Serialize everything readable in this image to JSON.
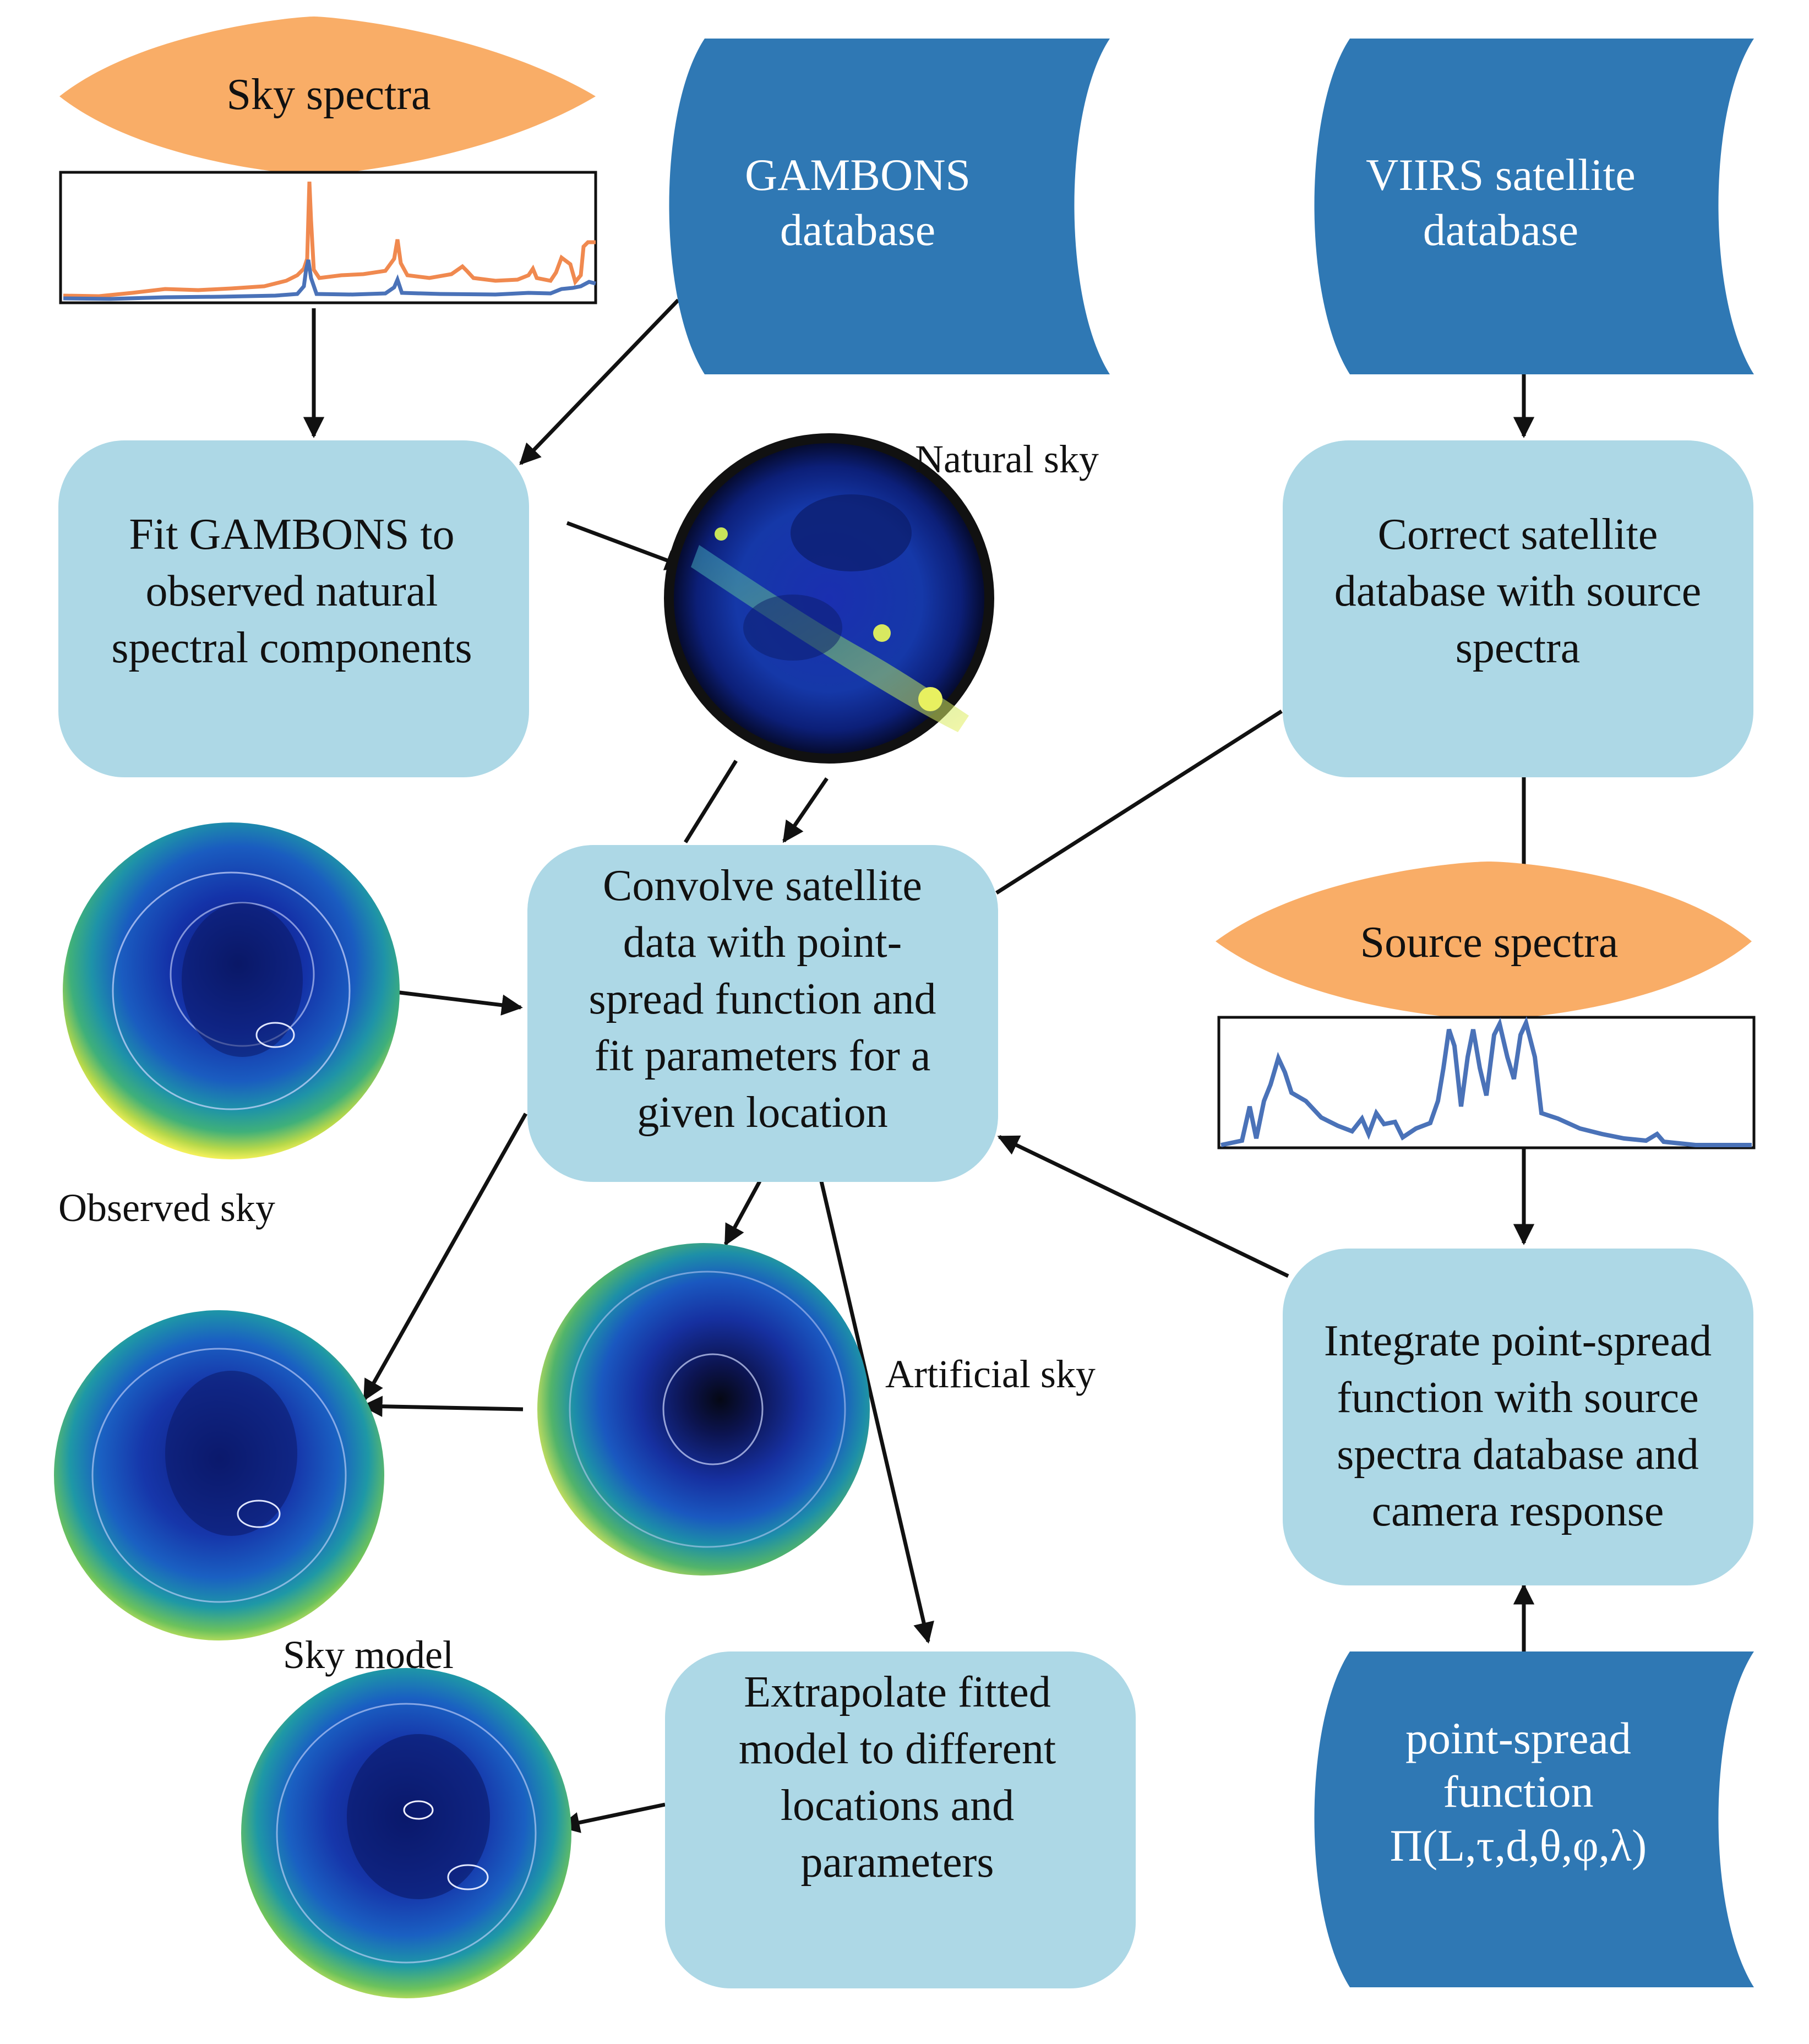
{
  "colors": {
    "process_box": "#add8e6",
    "database": "#2f78b4",
    "spectra_oval": "#f9ad67",
    "arrow": "#111111",
    "orange_line": "#f0894f",
    "blue_line": "#4a72b8"
  },
  "sky_spectra": {
    "title": "Sky spectra"
  },
  "source_spectra": {
    "title": "Source spectra"
  },
  "gambons_db": {
    "line1": "GAMBONS",
    "line2": "database"
  },
  "viirs_db": {
    "line1": "VIIRS satellite",
    "line2": "database"
  },
  "psf_db": {
    "line1": "point-spread",
    "line2": "function",
    "line3": "Π(L,τ,d,θ,φ,λ)"
  },
  "fit_box": {
    "line1": "Fit GAMBONS to",
    "line2": "observed natural",
    "line3": "spectral components"
  },
  "correct_box": {
    "line1": "Correct satellite",
    "line2": "database with  source",
    "line3": "spectra"
  },
  "convolve_box": {
    "line1": "Convolve satellite",
    "line2": "data with point-",
    "line3": "spread function and",
    "line4": "fit parameters for a",
    "line5": "given location"
  },
  "integrate_box": {
    "line1": "Integrate point-spread",
    "line2": "function with source",
    "line3": "spectra database and",
    "line4": "camera response"
  },
  "extrapolate_box": {
    "line1": "Extrapolate fitted",
    "line2": "model to different",
    "line3": "locations and",
    "line4": "parameters"
  },
  "labels": {
    "natural_sky": "Natural sky",
    "observed_sky": "Observed sky",
    "artificial_sky": "Artificial sky",
    "sky_model": "Sky model"
  }
}
